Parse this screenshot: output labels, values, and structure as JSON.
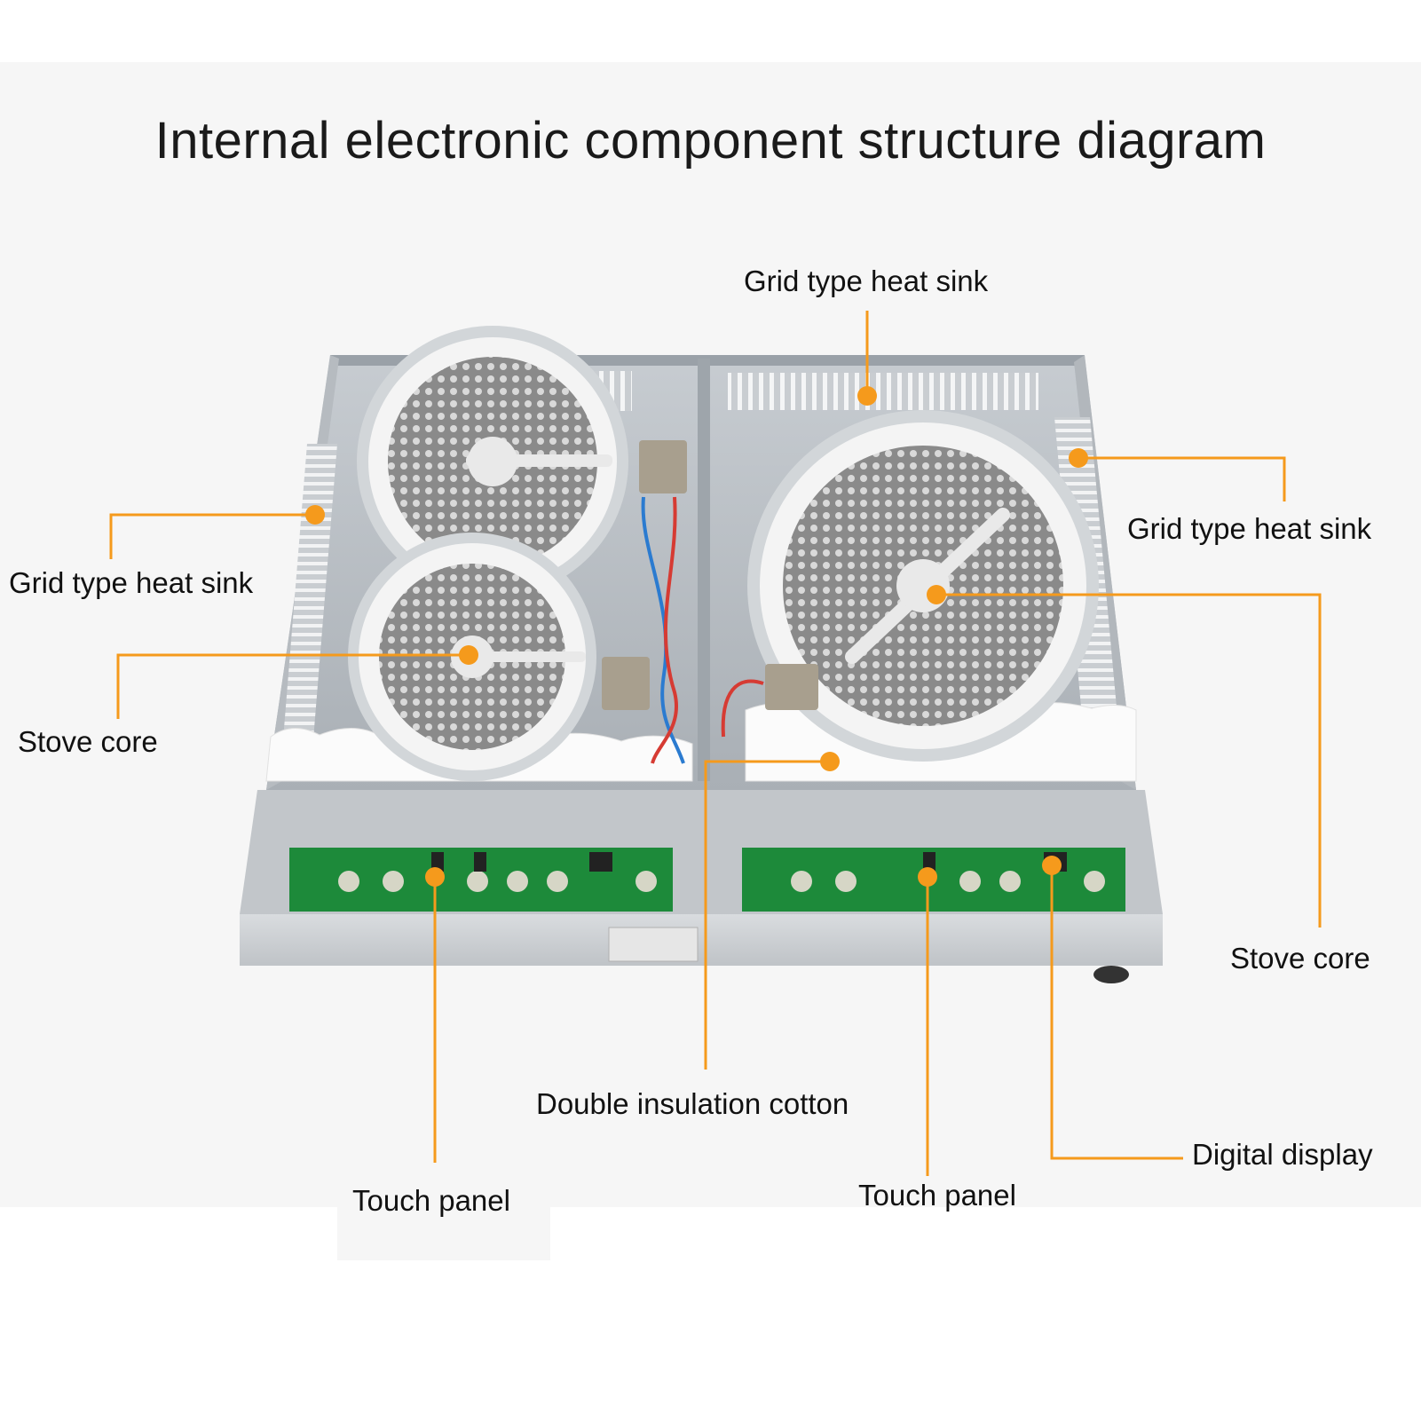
{
  "title": "Internal electronic component structure diagram",
  "accent_color": "#f59a1c",
  "labels": {
    "grid_top": "Grid type heat sink",
    "grid_right": "Grid type heat sink",
    "grid_left": "Grid type heat sink",
    "stove_left": "Stove core",
    "stove_right": "Stove core",
    "insulation": "Double insulation cotton",
    "touch_left": "Touch panel",
    "touch_right": "Touch panel",
    "display": "Digital display"
  }
}
